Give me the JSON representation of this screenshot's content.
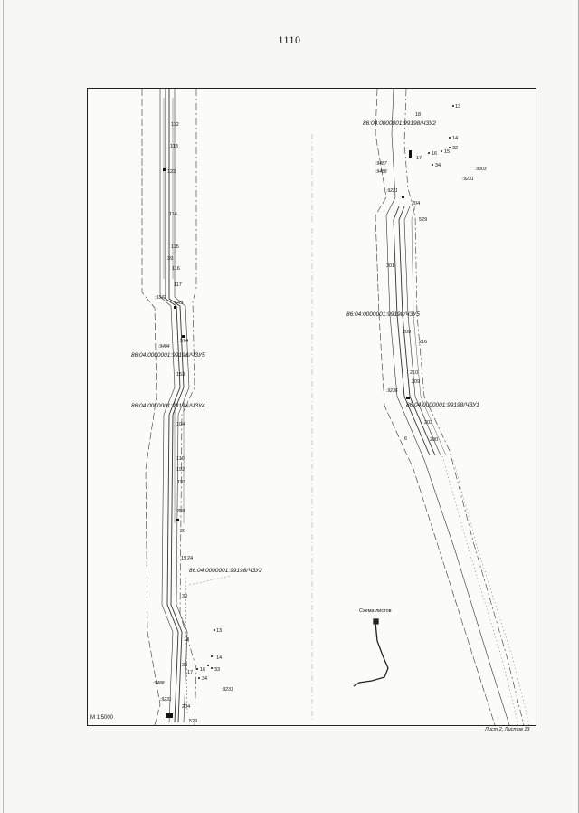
{
  "page": {
    "number": "1110"
  },
  "map": {
    "scale_label": "M 1:5000",
    "sheet_label": "Лист 2, Листов 13",
    "scheme_title": "Схема листов",
    "plots": {
      "left_zu5": "86:04:0000001:9919&/ЧЗУ5",
      "left_zu4": "86:04:0000001:9919&/ЧЗУ4",
      "left_zu2": "86:04:0000001:99198/ЧЗУ2",
      "right_zu2": "86:04:0000001:99198/ЧЗУ2",
      "right_zu5": "86:04:0000001:99198/ЧЗУ5",
      "right_zu1": "86:04:0000001:99198/ЧЗУ1"
    },
    "quarters": {
      "left_9342": ":9342",
      "left_9484": ":9484",
      "left_9488": ":9488",
      "left_9231": ":9231",
      "left_9231b": ":9231",
      "right_9487": ":9487",
      "right_9488": ":9488",
      "right_9303": ":9303",
      "right_9231": ":9231",
      "right_9221": ":9221",
      "right_9236": ":9236"
    },
    "left_points": [
      "112",
      "113",
      "123",
      "114",
      "115",
      "39",
      "116",
      "117",
      "649",
      "574",
      "153",
      "104",
      "110",
      "192",
      "193",
      "288",
      "20",
      "19",
      "24",
      "30",
      "13",
      "18",
      "14",
      "39",
      "17",
      "16",
      "33",
      "34",
      "204",
      "529"
    ],
    "right_points": [
      "13",
      "18",
      "14",
      "17",
      "32",
      "16",
      "15",
      "34",
      "204",
      "529",
      "209",
      "216",
      "210",
      "209",
      "202",
      "6",
      "200",
      "301"
    ]
  }
}
